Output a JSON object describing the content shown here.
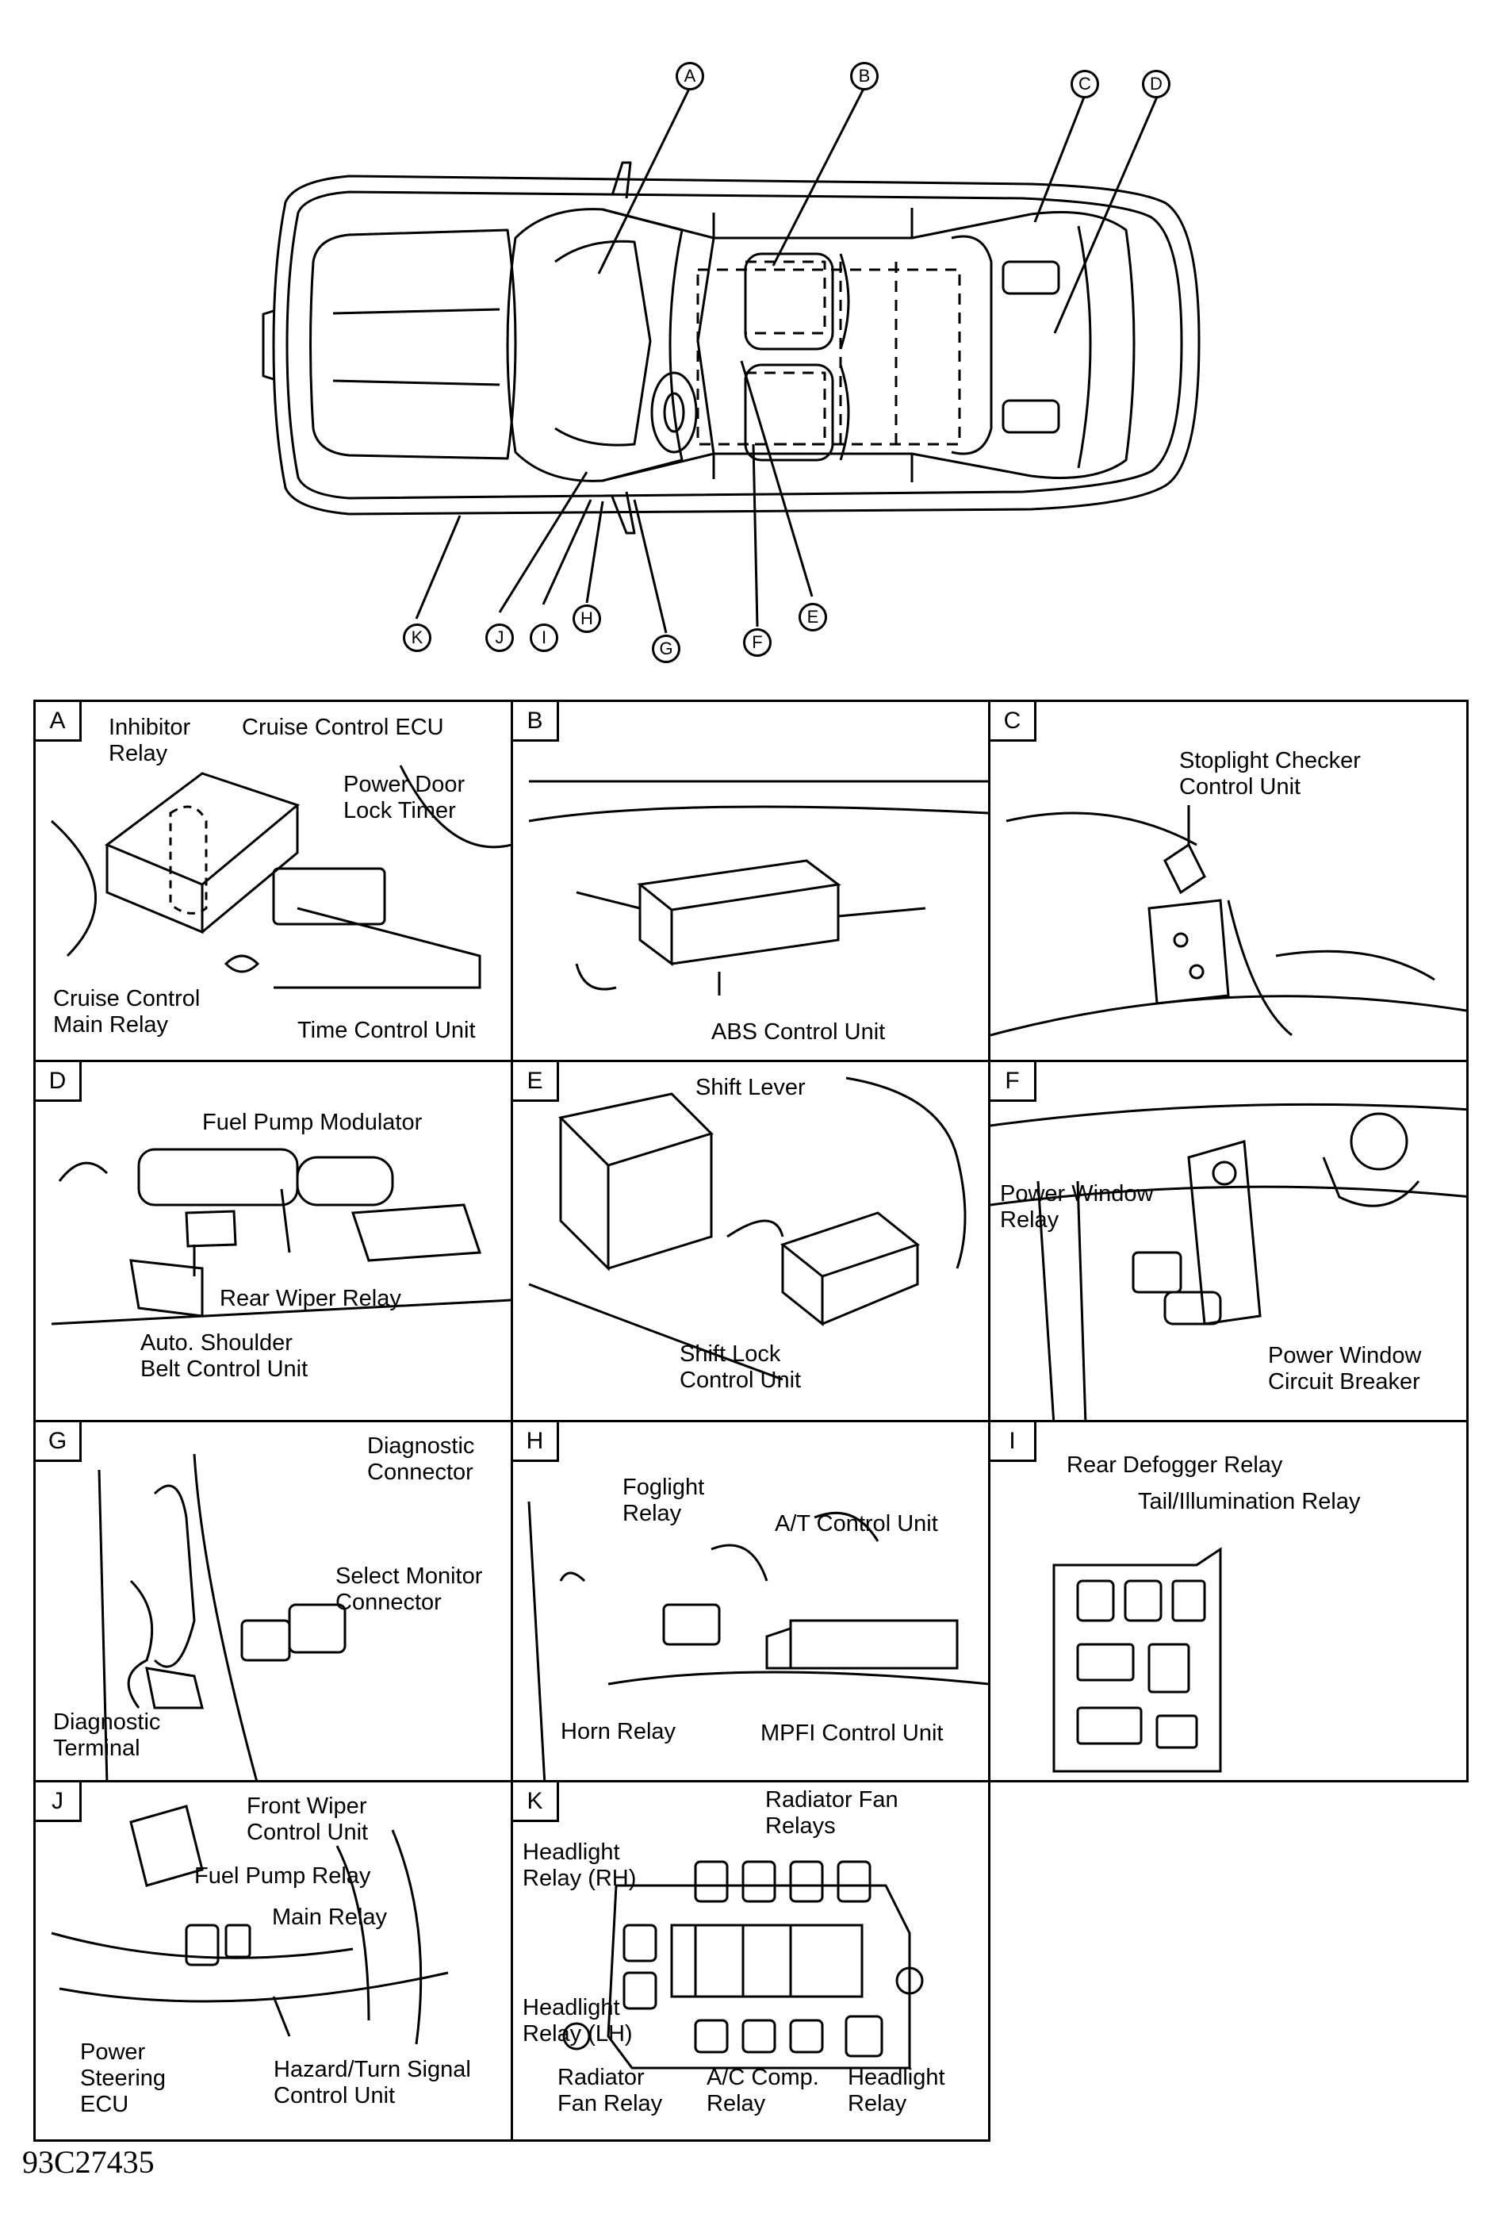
{
  "figure_code": "93C27435",
  "callouts": [
    "A",
    "B",
    "C",
    "D",
    "E",
    "F",
    "G",
    "H",
    "I",
    "J",
    "K"
  ],
  "panels": {
    "A": {
      "letter": "A",
      "labels": [
        "Inhibitor\nRelay",
        "Cruise Control ECU",
        "Power Door\nLock Timer",
        "Cruise Control\nMain Relay",
        "Time Control Unit"
      ]
    },
    "B": {
      "letter": "B",
      "labels": [
        "ABS Control Unit"
      ]
    },
    "C": {
      "letter": "C",
      "labels": [
        "Stoplight Checker\nControl Unit"
      ]
    },
    "D": {
      "letter": "D",
      "labels": [
        "Fuel Pump Modulator",
        "Rear Wiper Relay",
        "Auto. Shoulder\nBelt Control Unit"
      ]
    },
    "E": {
      "letter": "E",
      "labels": [
        "Shift Lever",
        "Shift Lock\nControl Unit"
      ]
    },
    "F": {
      "letter": "F",
      "labels": [
        "Power Window\nRelay",
        "Power Window\nCircuit Breaker"
      ]
    },
    "G": {
      "letter": "G",
      "labels": [
        "Diagnostic\nConnector",
        "Select Monitor\nConnector",
        "Diagnostic\nTerminal"
      ]
    },
    "H": {
      "letter": "H",
      "labels": [
        "Foglight\nRelay",
        "A/T Control Unit",
        "Horn Relay",
        "MPFI Control Unit"
      ]
    },
    "I": {
      "letter": "I",
      "labels": [
        "Rear Defogger Relay",
        "Tail/Illumination Relay"
      ]
    },
    "J": {
      "letter": "J",
      "labels": [
        "Front Wiper\nControl Unit",
        "Fuel Pump Relay",
        "Main Relay",
        "Power\nSteering\nECU",
        "Hazard/Turn Signal\nControl Unit"
      ]
    },
    "K": {
      "letter": "K",
      "labels": [
        "Radiator Fan\nRelays",
        "Headlight\nRelay (RH)",
        "Headlight\nRelay (LH)",
        "Radiator\nFan Relay",
        "A/C Comp.\nRelay",
        "Headlight\nRelay"
      ]
    }
  }
}
